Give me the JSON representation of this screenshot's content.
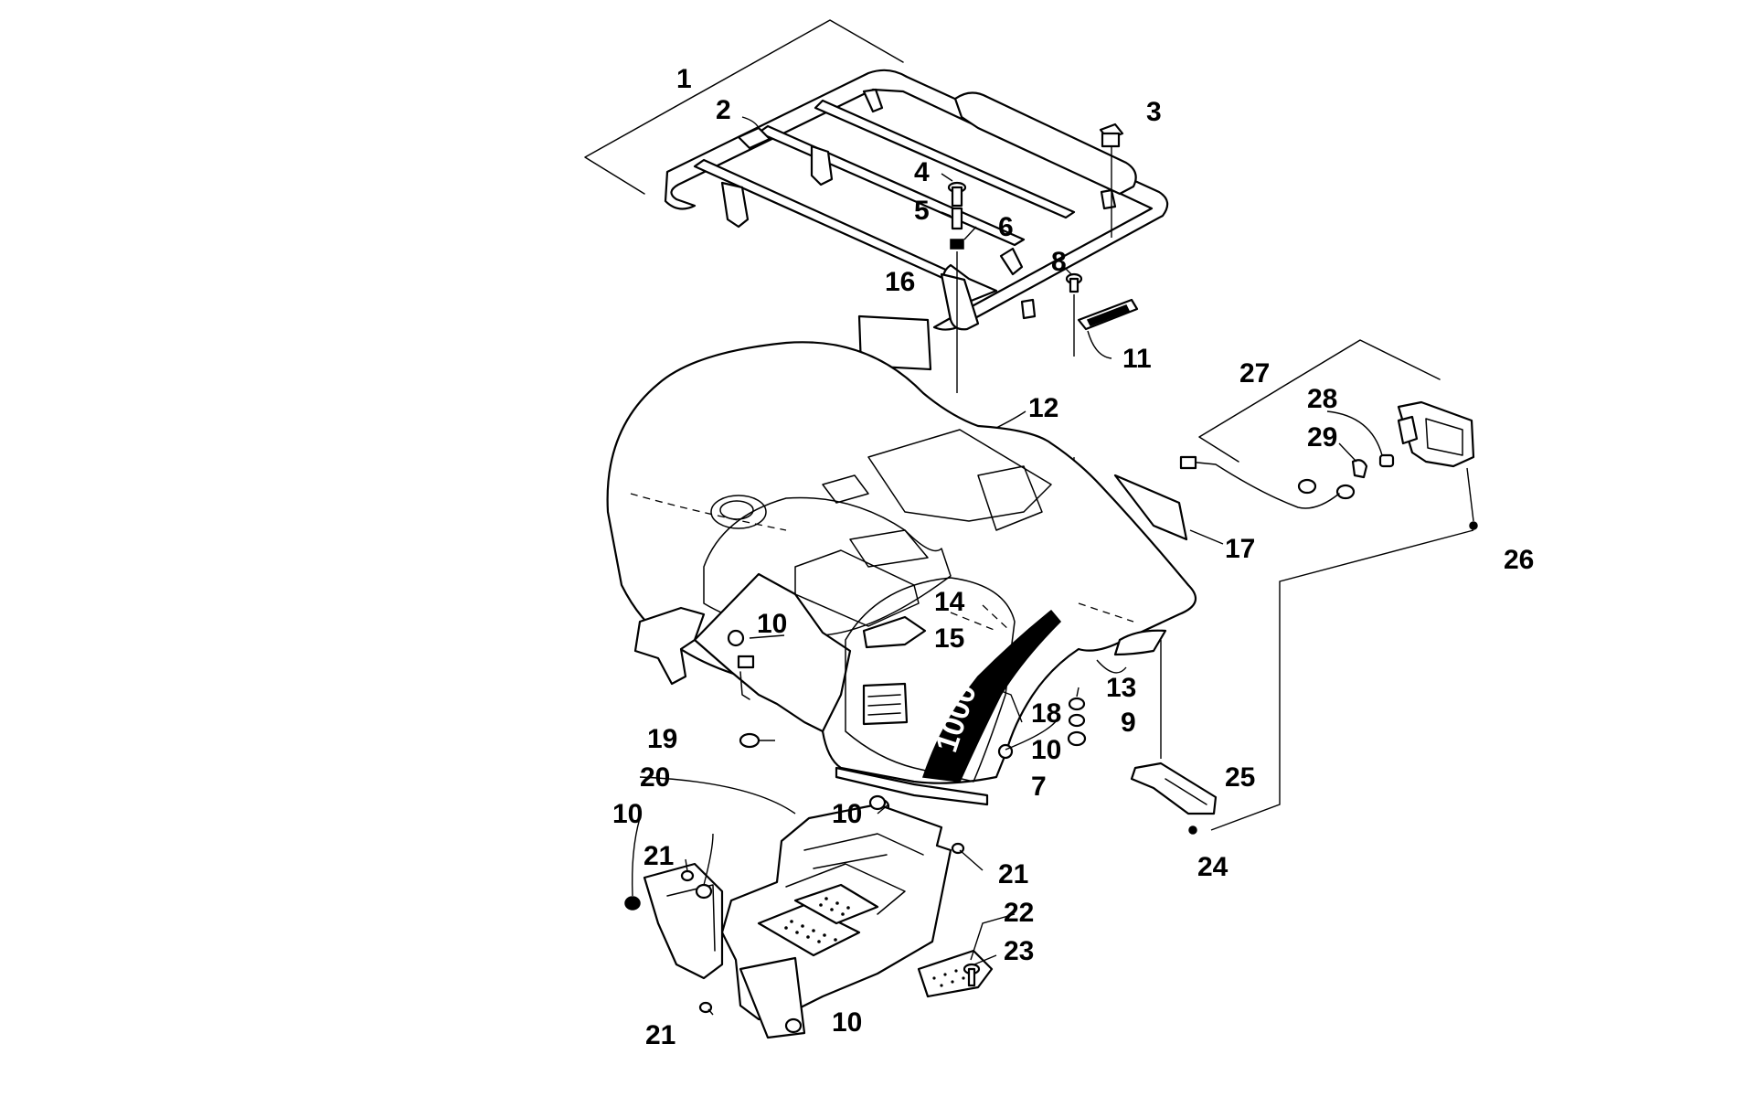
{
  "diagram": {
    "callouts": [
      {
        "id": "1",
        "label": "1"
      },
      {
        "id": "2",
        "label": "2"
      },
      {
        "id": "3",
        "label": "3"
      },
      {
        "id": "4",
        "label": "4"
      },
      {
        "id": "5",
        "label": "5"
      },
      {
        "id": "6",
        "label": "6"
      },
      {
        "id": "7",
        "label": "7"
      },
      {
        "id": "8",
        "label": "8"
      },
      {
        "id": "9",
        "label": "9"
      },
      {
        "id": "10a",
        "label": "10"
      },
      {
        "id": "10b",
        "label": "10"
      },
      {
        "id": "10c",
        "label": "10"
      },
      {
        "id": "10d",
        "label": "10"
      },
      {
        "id": "10e",
        "label": "10"
      },
      {
        "id": "11",
        "label": "11"
      },
      {
        "id": "12",
        "label": "12"
      },
      {
        "id": "13",
        "label": "13"
      },
      {
        "id": "14",
        "label": "14"
      },
      {
        "id": "15",
        "label": "15"
      },
      {
        "id": "16",
        "label": "16"
      },
      {
        "id": "17",
        "label": "17"
      },
      {
        "id": "18",
        "label": "18"
      },
      {
        "id": "19",
        "label": "19"
      },
      {
        "id": "20",
        "label": "20"
      },
      {
        "id": "21a",
        "label": "21"
      },
      {
        "id": "21b",
        "label": "21"
      },
      {
        "id": "21c",
        "label": "21"
      },
      {
        "id": "22",
        "label": "22"
      },
      {
        "id": "23",
        "label": "23"
      },
      {
        "id": "24",
        "label": "24"
      },
      {
        "id": "25",
        "label": "25"
      },
      {
        "id": "26",
        "label": "26"
      },
      {
        "id": "27",
        "label": "27"
      },
      {
        "id": "28",
        "label": "28"
      },
      {
        "id": "29",
        "label": "29"
      }
    ],
    "fender_logo_text": "1000"
  }
}
